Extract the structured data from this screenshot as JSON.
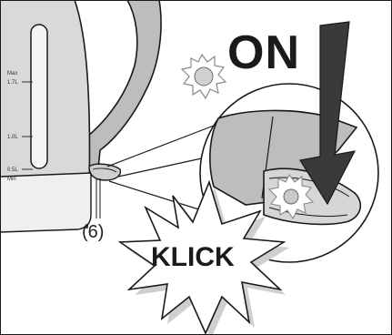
{
  "figure": {
    "action_label": "ON",
    "sound_label": "KLICK",
    "part_callout": "(6)",
    "water_scale": {
      "max_label": "Max",
      "mark_17": "1.7L",
      "mark_10": "1.0L",
      "mark_05": "0.5L",
      "min_label": "Min"
    },
    "icons": [
      "power-light-icon",
      "down-arrow-icon",
      "click-burst-icon"
    ],
    "colors": {
      "kettle_body": "#d8d8d8",
      "kettle_handle": "#bdbdbd",
      "switch": "#a9a9a9",
      "arrow": "#3a3a3a",
      "outline": "#1a1a1a"
    }
  }
}
